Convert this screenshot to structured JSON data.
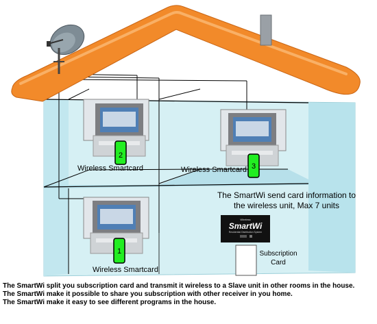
{
  "labels": {
    "tv2": "Wireless Smartcard",
    "tv3": "Wireless Smartcard",
    "tv1": "Wireless Smartcard",
    "slave2": "2",
    "slave3": "3",
    "slave1": "1"
  },
  "headline": {
    "line1": "The SmartWi send card information to",
    "line2": "the wireless unit, Max 7 units"
  },
  "master_unit": {
    "brand": "SmartWi",
    "small_top": "Wireless",
    "small_bottom": "Residential Distribution System"
  },
  "subscription": {
    "line1": "Subscription",
    "line2": "Card"
  },
  "footer": [
    "The SmartWi split you subscription card and transmit it wireless to a Slave unit in other rooms in the house.",
    "The SmartWi make it possible to share you subscription with other receiver in you home.",
    "The SmartWi make it easy to see different programs in the house."
  ],
  "colors": {
    "roof": "#f28a2a",
    "wall": "#d6f0f4",
    "wall_dark": "#a9dbe6",
    "card_green": "#22ee22"
  }
}
